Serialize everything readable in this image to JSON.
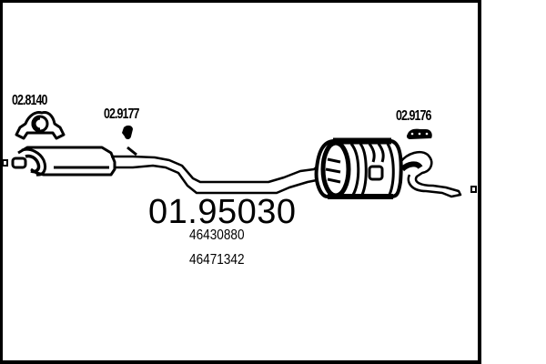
{
  "diagram": {
    "type": "exhaust-system-parts-diagram",
    "main_part_number": "01.95030",
    "oe_numbers": [
      "46430880",
      "46471342"
    ],
    "accessory_parts": [
      {
        "label": "02.8140",
        "icon": "clamp-gasket-icon"
      },
      {
        "label": "02.9177",
        "icon": "rubber-mount-icon"
      },
      {
        "label": "02.9176",
        "icon": "rubber-hanger-icon"
      }
    ],
    "components": [
      "front-silencer",
      "middle-pipe",
      "rear-silencer",
      "tailpipe"
    ],
    "colors": {
      "line": "#000000",
      "background": "#ffffff"
    }
  }
}
